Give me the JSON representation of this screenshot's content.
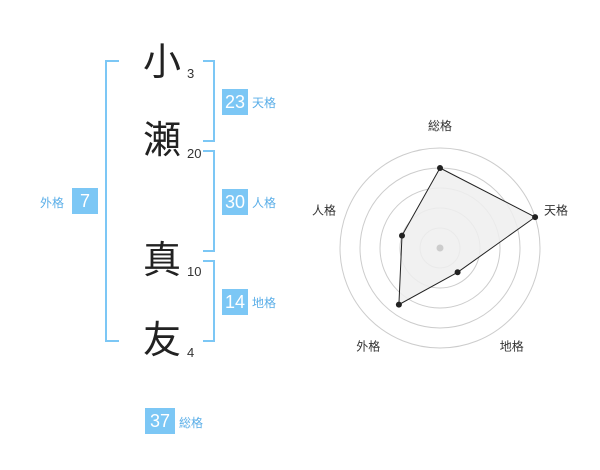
{
  "name": {
    "chars": [
      {
        "char": "小",
        "strokes": "3"
      },
      {
        "char": "瀬",
        "strokes": "20"
      },
      {
        "char": "真",
        "strokes": "10"
      },
      {
        "char": "友",
        "strokes": "4"
      }
    ]
  },
  "fortunes": {
    "tenkaku": {
      "label": "天格",
      "value": "23"
    },
    "jinkaku": {
      "label": "人格",
      "value": "30"
    },
    "chikaku": {
      "label": "地格",
      "value": "14"
    },
    "gaikaku": {
      "label": "外格",
      "value": "7"
    },
    "soukaku": {
      "label": "総格",
      "value": "37"
    }
  },
  "chart_data": {
    "type": "radar",
    "axes": [
      "総格",
      "天格",
      "地格",
      "外格",
      "人格"
    ],
    "values": [
      4,
      5,
      1.5,
      3.5,
      2
    ],
    "max": 5,
    "rings": 5,
    "colors": {
      "fill": "#efefef",
      "line": "#222222",
      "ring": "#cccccc",
      "center": "#cccccc"
    }
  },
  "colors": {
    "accent": "#7cc7f5",
    "label": "#5aaee8"
  }
}
